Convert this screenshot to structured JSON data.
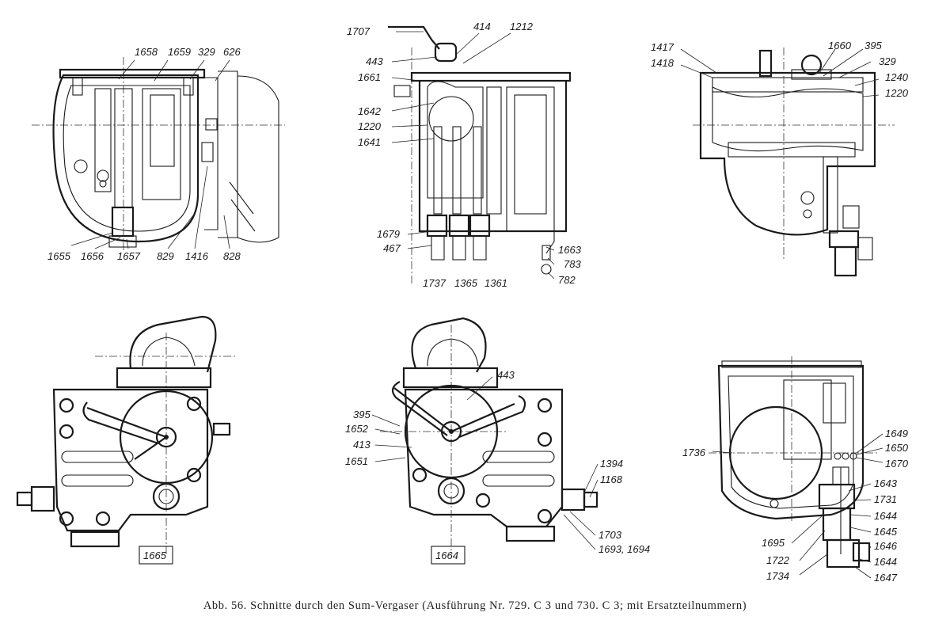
{
  "caption": "Abb. 56. Schnitte durch den Sum-Vergaser (Ausführung Nr. 729. C 3 und 730. C 3; mit Ersatzteilnummern)",
  "views": {
    "top_left": {
      "labels": [
        "1658",
        "1659",
        "329",
        "626",
        "1655",
        "1656",
        "1657",
        "829",
        "1416",
        "828"
      ]
    },
    "top_center": {
      "labels": [
        "1707",
        "414",
        "1212",
        "443",
        "1661",
        "1642",
        "1220",
        "1641",
        "1679",
        "467",
        "1663",
        "783",
        "782",
        "1737",
        "1365",
        "1361"
      ]
    },
    "top_right": {
      "labels": [
        "1417",
        "1418",
        "1660",
        "395",
        "329",
        "1240",
        "1220"
      ]
    },
    "bottom_left": {
      "tag": "1665"
    },
    "bottom_center": {
      "tag": "1664",
      "labels": [
        "443",
        "395",
        "1652",
        "413",
        "1651",
        "1394",
        "1168",
        "1703",
        "1693, 1694"
      ]
    },
    "bottom_right": {
      "labels": [
        "1736",
        "1649",
        "1650",
        "1670",
        "1643",
        "1731",
        "1644",
        "1645",
        "1646",
        "1644",
        "1647",
        "1695",
        "1722",
        "1734"
      ]
    }
  }
}
